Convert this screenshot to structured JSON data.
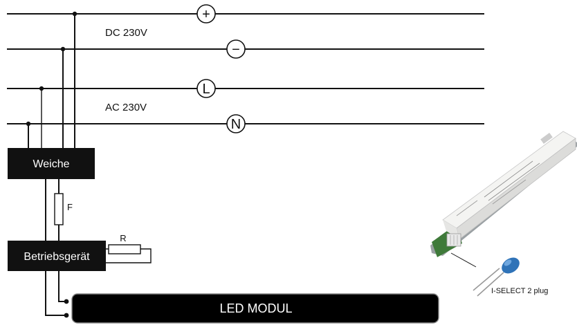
{
  "rails": {
    "dc_label": "DC 230V",
    "ac_label": "AC 230V",
    "plus_symbol": "+",
    "minus_symbol": "−",
    "l_symbol": "L",
    "n_symbol": "N"
  },
  "components": {
    "switch_label": "Weiche",
    "fuse_label": "F",
    "gear_label": "Betriebsgerät",
    "resistor_label": "R",
    "led_module_label": "LED MODUL"
  },
  "product": {
    "plug_label": "I-SELECT 2 plug"
  }
}
